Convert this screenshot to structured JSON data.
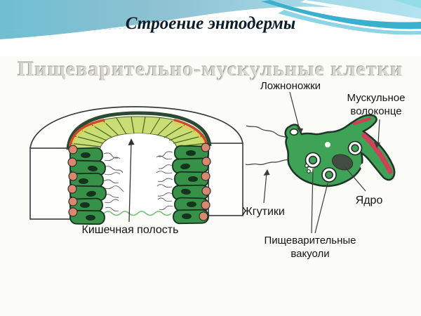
{
  "slide": {
    "title": "Строение энтодермы",
    "subtitle": "Пищеварительно-мускульные клетки"
  },
  "diagram_labels": {
    "pseudopodia": "Ложноножки",
    "muscle_fiber": "Мускульное волоконце",
    "flagella": "Жгутики",
    "nucleus": "Ядро",
    "digestive_vacuoles": "Пищеварительные вакуоли",
    "gut_cavity": "Кишечная полость"
  },
  "colors": {
    "banner_teal_swoosh": "#3bb0ce",
    "banner_light_blue": "#a9dded",
    "title_text": "#0d1e2a",
    "subtitle_gray": "#d8d8d0",
    "label_text": "#141414",
    "cell_green": "#3ea257",
    "column_cell_green": "#379149",
    "villi_light_green": "#c9dd74",
    "muscle_fiber_red": "#d14059",
    "salmon_dot": "#d8886e",
    "nucleus_dark": "#424d42"
  }
}
